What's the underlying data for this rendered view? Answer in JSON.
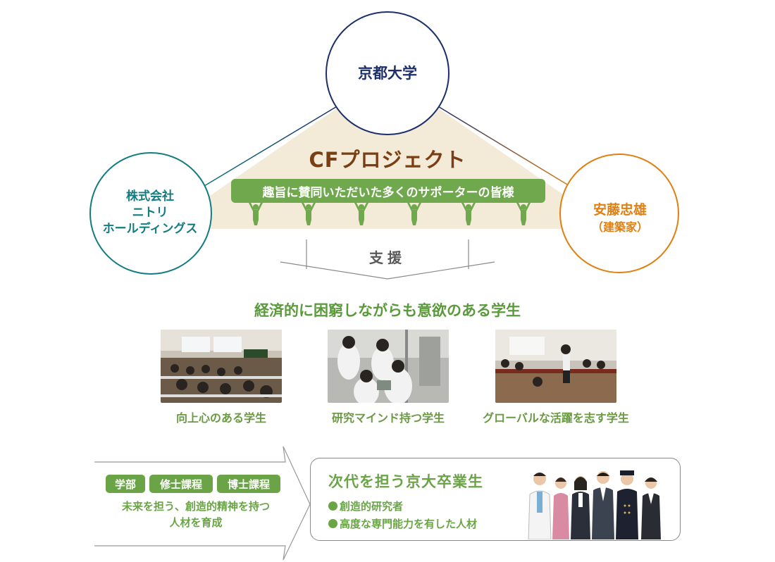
{
  "nodes": {
    "top": {
      "line1": "京都大学",
      "color": "#1c2f6b"
    },
    "left": {
      "line1": "株式会社",
      "line2": "ニトリ",
      "line3": "ホールディングス",
      "color": "#137c80"
    },
    "right": {
      "line1": "安藤忠雄",
      "line2": "（建築家）",
      "color": "#e07f12"
    }
  },
  "project": {
    "title": "CFプロジェクト",
    "supporters": "趣旨に賛同いただいた多くのサポーターの皆様",
    "band_color": "#f3ead8",
    "accent_green": "#70a84e"
  },
  "support": {
    "label": "支援"
  },
  "students": {
    "heading": "経済的に困窮しながらも意欲のある学生",
    "items": [
      {
        "caption": "向上心のある学生",
        "photo": "lecture-hall-photo"
      },
      {
        "caption": "研究マインド持つ学生",
        "photo": "lab-research-photo"
      },
      {
        "caption": "グローバルな活躍を志す学生",
        "photo": "seminar-discussion-photo"
      }
    ]
  },
  "programs": {
    "badges": [
      "学部",
      "修士課程",
      "博士課程"
    ],
    "text_line1": "未来を担う、創造的精神を持つ",
    "text_line2": "人材を育成"
  },
  "graduates": {
    "title": "次代を担う京大卒業生",
    "items": [
      "創造的研究者",
      "高度な専門能力を有した人材"
    ],
    "image": "professionals-group-icon"
  }
}
